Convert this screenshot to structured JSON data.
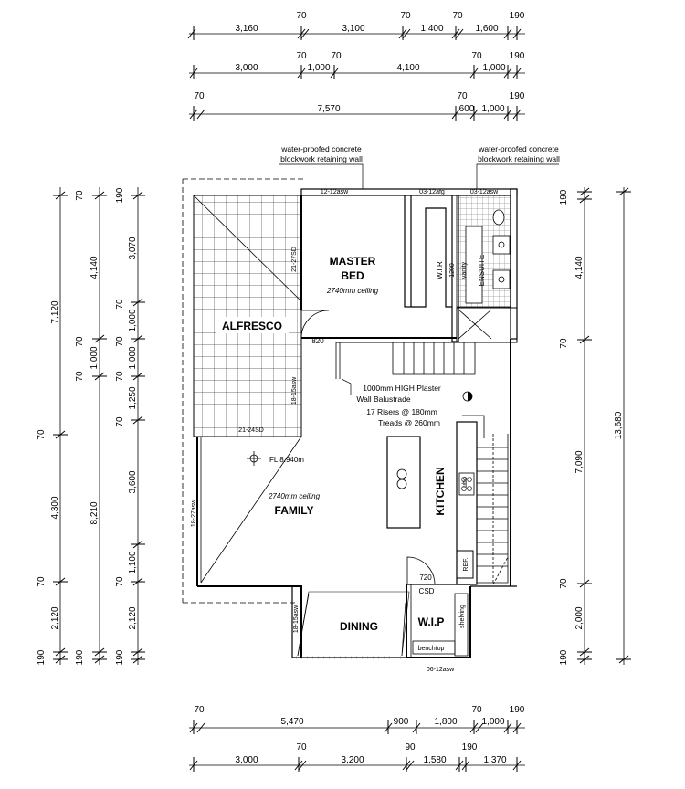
{
  "top_dims": {
    "row1": [
      "3,160",
      "70",
      "3,100",
      "70",
      "1,400",
      "70",
      "1,600",
      "190"
    ],
    "row2": [
      "3,000",
      "70",
      "1,000",
      "70",
      "4,100",
      "70",
      "1,000",
      "190"
    ],
    "row3": [
      "70",
      "7,570",
      "70",
      "600",
      "1,000",
      "190"
    ]
  },
  "bottom_dims": {
    "row1": [
      "70",
      "5,470",
      "900",
      "1,800",
      "70",
      "1,000",
      "190"
    ],
    "row2": [
      "3,000",
      "70",
      "3,200",
      "90",
      "1,580",
      "190",
      "1,370"
    ]
  },
  "left_dims": {
    "col1": [
      "7,120",
      "70",
      "4,300",
      "70",
      "2,120",
      "190"
    ],
    "col2": [
      "70",
      "4,140",
      "70",
      "1,000",
      "70",
      "8,210",
      "190"
    ],
    "col3": [
      "190",
      "3,070",
      "70",
      "1,000",
      "70",
      "1,000",
      "70",
      "1,250",
      "70",
      "3,600",
      "1,100",
      "70",
      "2,120",
      "190"
    ]
  },
  "right_dims": {
    "col1": [
      "190",
      "4,140",
      "70",
      "7,090",
      "70",
      "2,000",
      "190"
    ],
    "col2": [
      "13,680"
    ]
  },
  "rooms": {
    "alfresco": "ALFRESCO",
    "master": "MASTER",
    "bed": "BED",
    "master_ceiling": "2740mm ceiling",
    "family": "FAMILY",
    "family_ceiling": "2740mm ceiling",
    "kitchen": "KITCHEN",
    "dining": "DINING",
    "wip": "W.I.P",
    "wir": "W.I.R",
    "ensuite": "ENSUITE"
  },
  "labels": {
    "retaining_wall_left_1": "water-proofed concrete",
    "retaining_wall_left_2": "blockwork retaining wall",
    "retaining_wall_right_1": "water-proofed concrete",
    "retaining_wall_right_2": "blockwork retaining wall",
    "w1": "12-12asw",
    "w2": "03-12afg",
    "w3": "03-12asw",
    "d1": "21-27SD",
    "d2": "18-15asw",
    "d3": "21-24SD",
    "d4": "18-27asw",
    "d5": "18-15asw",
    "d6": "06-12asw",
    "door_820": "820",
    "door_720": "720",
    "hob_1200": "1200",
    "vanity": "vanity",
    "balustrade_1": "1000mm HIGH Plaster",
    "balustrade_2": "Wall Balustrade",
    "stairs_1": "17 Risers @ 180mm",
    "stairs_2": "Treads @ 260mm",
    "fl": "FL 8.940m",
    "csd": "CSD",
    "shelving": "shelving",
    "benchtop": "benchtop",
    "ref": "REF.",
    "ubo": "ubo"
  }
}
